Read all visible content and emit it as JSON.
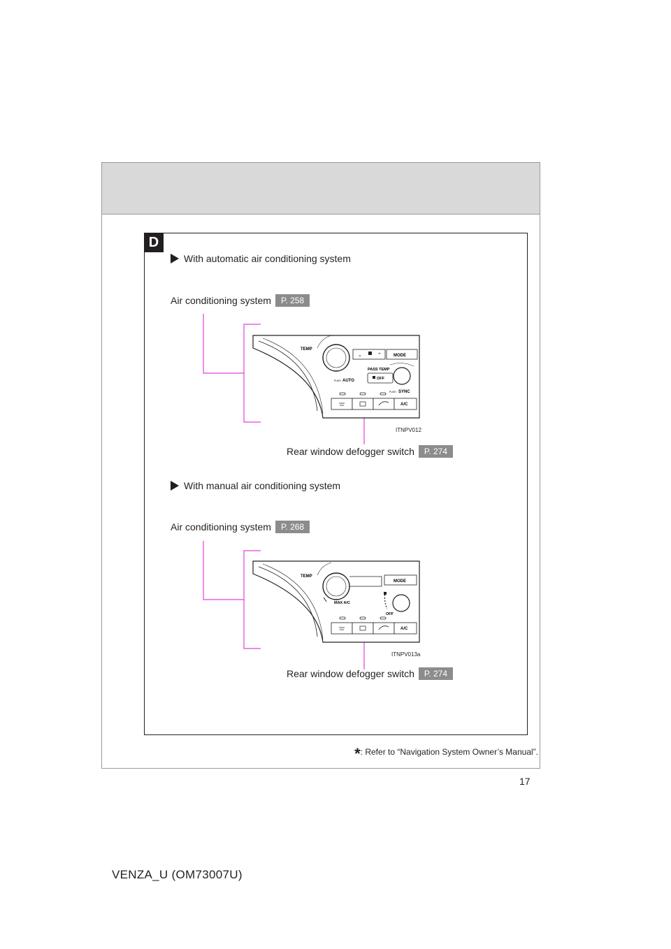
{
  "section": {
    "letter": "D"
  },
  "auto": {
    "heading": "With automatic air conditioning system",
    "ac_callout": {
      "label": "Air conditioning system",
      "page_ref": "P. 258"
    },
    "defog_callout": {
      "label": "Rear window defogger switch",
      "page_ref": "P. 274"
    },
    "panel_code": "ITNPV012",
    "panel": {
      "temp": "TEMP",
      "mode": "MODE",
      "pass_temp": "PASS TEMP",
      "push_auto_small": "PUSH",
      "auto": "AUTO",
      "off": "OFF",
      "push_sync_small": "PUSH",
      "sync": "SYNC",
      "ac": "A/C"
    }
  },
  "manual": {
    "heading": "With manual air conditioning system",
    "ac_callout": {
      "label": "Air conditioning system",
      "page_ref": "P. 268"
    },
    "defog_callout": {
      "label": "Rear window defogger switch",
      "page_ref": "P. 274"
    },
    "panel_code": "ITNPV013a",
    "panel": {
      "temp": "TEMP",
      "mode": "MODE",
      "max_ac": "MAX A/C",
      "off": "OFF",
      "ac": "A/C"
    }
  },
  "footnote": {
    "star": "*",
    "text": ": Refer to “Navigation System Owner’s Manual”."
  },
  "page_number": "17",
  "doc_code": "VENZA_U (OM73007U)",
  "colors": {
    "callout_line": "#e040e0",
    "page_ref_bg": "#8c8c8c",
    "header_band": "#d9d9d9"
  }
}
